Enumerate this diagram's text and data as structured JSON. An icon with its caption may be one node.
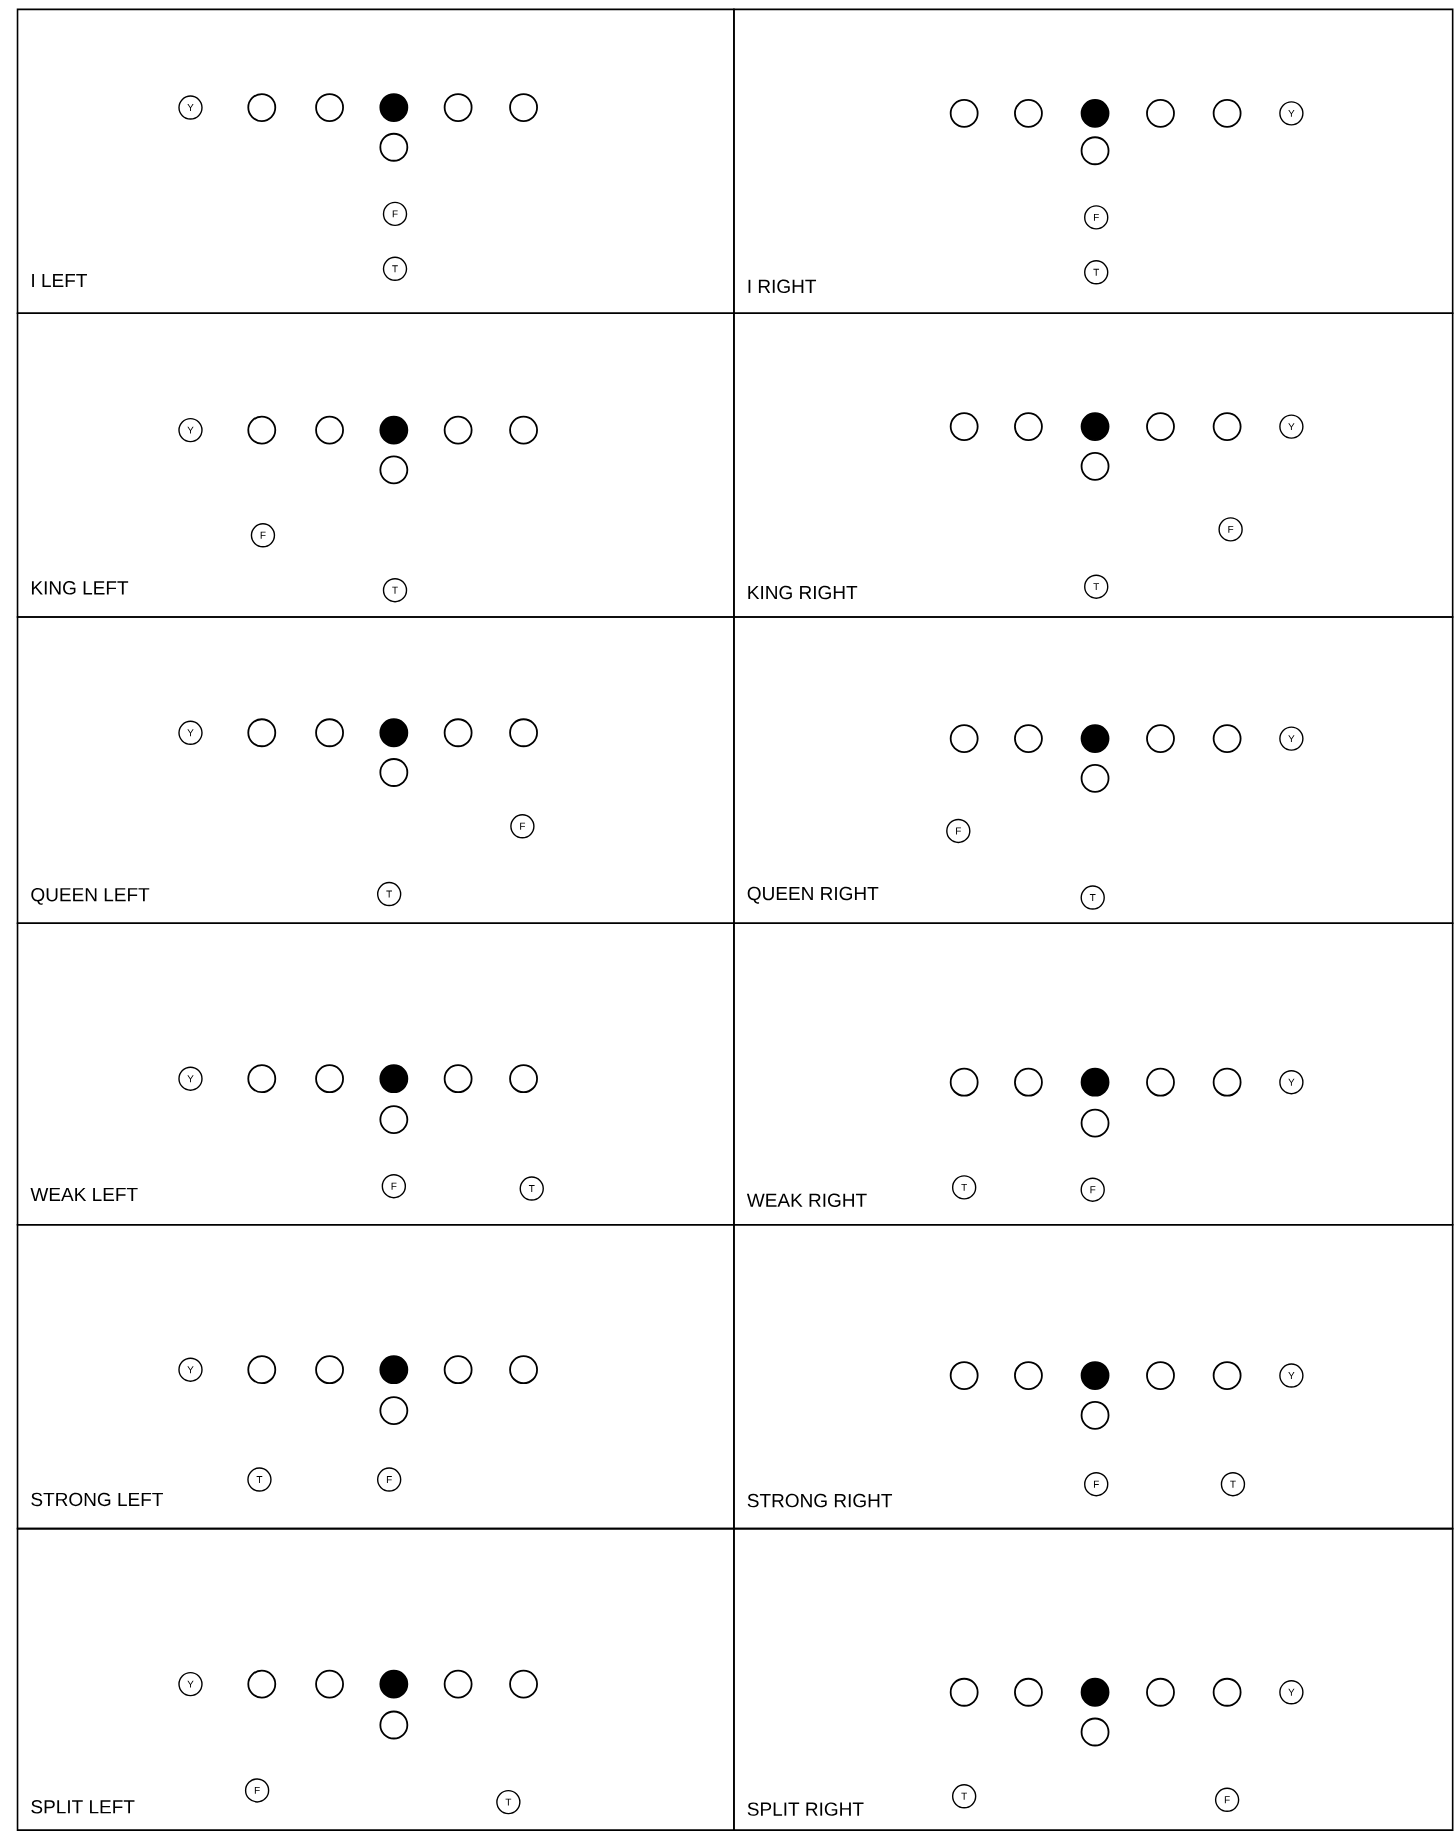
{
  "diagram": {
    "nodes": [
      {
        "text": [
          "I LEFT"
        ]
      },
      {
        "text": [
          "Y"
        ],
        "in": 0
      },
      {
        "text": [],
        "shape": "circle",
        "in": 0
      },
      {
        "text": [],
        "shape": "circle",
        "in": 0
      },
      {
        "text": [],
        "shape": "circle",
        "in": 0
      },
      {
        "text": [],
        "shape": "circle",
        "in": 0
      },
      {
        "text": [],
        "shape": "circle",
        "in": 0
      },
      {
        "text": [],
        "shape": "circle",
        "in": 0
      },
      {
        "text": [
          "F"
        ],
        "in": 0
      },
      {
        "text": [
          "T"
        ],
        "in": 0
      },
      {
        "text": [
          "I RIGHT"
        ]
      },
      {
        "text": [],
        "shape": "circle",
        "in": 10
      },
      {
        "text": [],
        "shape": "circle",
        "in": 10
      },
      {
        "text": [],
        "shape": "circle",
        "in": 10
      },
      {
        "text": [],
        "shape": "circle",
        "in": 10
      },
      {
        "text": [],
        "shape": "circle",
        "in": 10
      },
      {
        "text": [
          "Y"
        ],
        "in": 10
      },
      {
        "text": [],
        "shape": "circle",
        "in": 10
      },
      {
        "text": [
          "F"
        ],
        "in": 10
      },
      {
        "text": [
          "T"
        ],
        "in": 10
      },
      {
        "text": [
          "KING LEFT"
        ]
      },
      {
        "text": [
          "Y"
        ],
        "in": 20
      },
      {
        "text": [],
        "shape": "circle",
        "in": 20
      },
      {
        "text": [],
        "shape": "circle",
        "in": 20
      },
      {
        "text": [],
        "shape": "circle",
        "in": 20
      },
      {
        "text": [],
        "shape": "circle",
        "in": 20
      },
      {
        "text": [],
        "shape": "circle",
        "in": 20
      },
      {
        "text": [],
        "shape": "circle",
        "in": 20
      },
      {
        "text": [
          "F"
        ],
        "in": 20
      },
      {
        "text": [
          "T"
        ],
        "in": 20
      },
      {
        "text": [
          "KING RIGHT"
        ]
      },
      {
        "text": [],
        "shape": "circle",
        "in": 30
      },
      {
        "text": [],
        "shape": "circle",
        "in": 30
      },
      {
        "text": [],
        "shape": "circle",
        "in": 30
      },
      {
        "text": [],
        "shape": "circle",
        "in": 30
      },
      {
        "text": [],
        "shape": "circle",
        "in": 30
      },
      {
        "text": [
          "Y"
        ],
        "in": 30
      },
      {
        "text": [],
        "shape": "circle",
        "in": 30
      },
      {
        "text": [
          "F"
        ],
        "in": 30
      },
      {
        "text": [
          "T"
        ],
        "in": 30
      },
      {
        "text": [
          "QUEEN LEFT"
        ]
      },
      {
        "text": [
          "Y"
        ],
        "in": 40
      },
      {
        "text": [],
        "shape": "circle",
        "in": 40
      },
      {
        "text": [],
        "shape": "circle",
        "in": 40
      },
      {
        "text": [],
        "shape": "circle",
        "in": 40
      },
      {
        "text": [],
        "shape": "circle",
        "in": 40
      },
      {
        "text": [],
        "shape": "circle",
        "in": 40
      },
      {
        "text": [],
        "shape": "circle",
        "in": 40
      },
      {
        "text": [
          "F"
        ],
        "in": 40
      },
      {
        "text": [
          "T"
        ],
        "in": 40
      },
      {
        "text": [
          "QUEEN RIGHT"
        ]
      },
      {
        "text": [],
        "shape": "circle",
        "in": 50
      },
      {
        "text": [],
        "shape": "circle",
        "in": 50
      },
      {
        "text": [],
        "shape": "circle",
        "in": 50
      },
      {
        "text": [],
        "shape": "circle",
        "in": 50
      },
      {
        "text": [],
        "shape": "circle",
        "in": 50
      },
      {
        "text": [
          "Y"
        ],
        "in": 50
      },
      {
        "text": [],
        "shape": "circle",
        "in": 50
      },
      {
        "text": [
          "F"
        ],
        "in": 50
      },
      {
        "text": [
          "T"
        ],
        "in": 50
      },
      {
        "text": [
          "WEAK LEFT"
        ]
      },
      {
        "text": [
          "Y"
        ],
        "in": 60
      },
      {
        "text": [],
        "shape": "circle",
        "in": 60
      },
      {
        "text": [],
        "shape": "circle",
        "in": 60
      },
      {
        "text": [],
        "shape": "circle",
        "in": 60
      },
      {
        "text": [],
        "shape": "circle",
        "in": 60
      },
      {
        "text": [],
        "shape": "circle",
        "in": 60
      },
      {
        "text": [],
        "shape": "circle",
        "in": 60
      },
      {
        "text": [
          "F"
        ],
        "in": 60
      },
      {
        "text": [
          "T"
        ],
        "in": 60
      },
      {
        "text": [
          "WEAK RIGHT"
        ]
      },
      {
        "text": [],
        "shape": "circle",
        "in": 70
      },
      {
        "text": [],
        "shape": "circle",
        "in": 70
      },
      {
        "text": [],
        "shape": "circle",
        "in": 70
      },
      {
        "text": [],
        "shape": "circle",
        "in": 70
      },
      {
        "text": [],
        "shape": "circle",
        "in": 70
      },
      {
        "text": [
          "Y"
        ],
        "in": 70
      },
      {
        "text": [],
        "shape": "circle",
        "in": 70
      },
      {
        "text": [
          "T"
        ],
        "in": 70
      },
      {
        "text": [
          "F"
        ],
        "in": 70
      },
      {
        "text": [
          "STRONG LEFT"
        ]
      },
      {
        "text": [
          "Y"
        ],
        "in": 80
      },
      {
        "text": [],
        "shape": "circle",
        "in": 80
      },
      {
        "text": [],
        "shape": "circle",
        "in": 80
      },
      {
        "text": [],
        "shape": "circle",
        "in": 80
      },
      {
        "text": [],
        "shape": "circle",
        "in": 80
      },
      {
        "text": [],
        "shape": "circle",
        "in": 80
      },
      {
        "text": [],
        "shape": "circle",
        "in": 80
      },
      {
        "text": [
          "T"
        ],
        "in": 80
      },
      {
        "text": [
          "F"
        ],
        "in": 80
      },
      {
        "text": [
          "STRONG RIGHT"
        ]
      },
      {
        "text": [],
        "shape": "circle",
        "in": 90
      },
      {
        "text": [],
        "shape": "circle",
        "in": 90
      },
      {
        "text": [],
        "shape": "circle",
        "in": 90
      },
      {
        "text": [],
        "shape": "circle",
        "in": 90
      },
      {
        "text": [],
        "shape": "circle",
        "in": 90
      },
      {
        "text": [
          "Y"
        ],
        "in": 90
      },
      {
        "text": [],
        "shape": "circle",
        "in": 90
      },
      {
        "text": [
          "F"
        ],
        "in": 90
      },
      {
        "text": [
          "T"
        ],
        "in": 90
      },
      {
        "text": [
          "SPLIT LEFT"
        ]
      },
      {
        "text": [
          "Y"
        ],
        "in": 100
      },
      {
        "text": [],
        "shape": "circle",
        "in": 100
      },
      {
        "text": [],
        "shape": "circle",
        "in": 100
      },
      {
        "text": [],
        "shape": "circle",
        "in": 100
      },
      {
        "text": [],
        "shape": "circle",
        "in": 100
      },
      {
        "text": [],
        "shape": "circle",
        "in": 100
      },
      {
        "text": [],
        "shape": "circle",
        "in": 100
      },
      {
        "text": [
          "F"
        ],
        "in": 100
      },
      {
        "text": [
          "T"
        ],
        "in": 100
      },
      {
        "text": [
          "SPLIT RIGHT"
        ]
      },
      {
        "text": [],
        "shape": "circle",
        "in": 110
      },
      {
        "text": [],
        "shape": "circle",
        "in": 110
      },
      {
        "text": [],
        "shape": "circle",
        "in": 110
      },
      {
        "text": [],
        "shape": "circle",
        "in": 110
      },
      {
        "text": [],
        "shape": "circle",
        "in": 110
      },
      {
        "text": [
          "Y"
        ],
        "in": 110
      },
      {
        "text": [],
        "shape": "circle",
        "in": 110
      },
      {
        "text": [
          "T"
        ],
        "in": 110
      },
      {
        "text": [
          "F"
        ],
        "in": 110
      }
    ]
  }
}
